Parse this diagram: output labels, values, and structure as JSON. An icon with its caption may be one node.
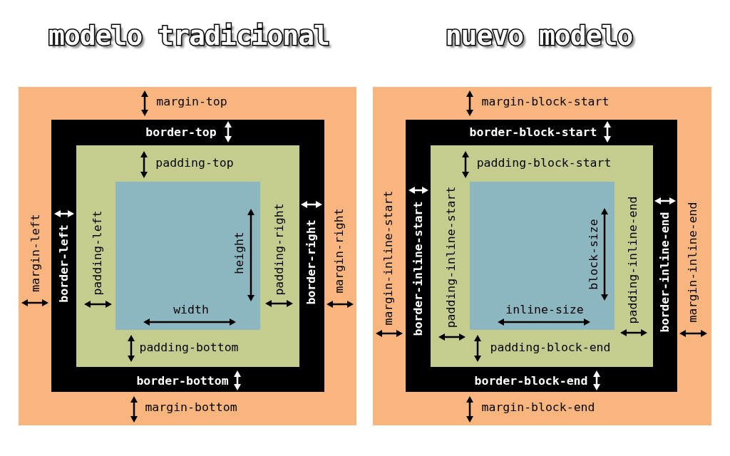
{
  "diagram": {
    "nodes": [
      {
        "text": [
          "margin-top",
          "margin-left",
          "margin-right",
          "margin-bottom"
        ],
        "beside": [
          "modelo tradicional"
        ]
      },
      {
        "text": [
          "border-top",
          "border-left",
          "border-right",
          "border-bottom"
        ],
        "in": 0
      },
      {
        "text": [
          "padding-top",
          "padding-left",
          "padding-right",
          "padding-bottom"
        ],
        "in": 1
      },
      {
        "text": [
          "height",
          "width"
        ],
        "in": 2
      },
      {
        "text": [
          "margin-block-start",
          "margin-inline-start",
          "margin-inline-end",
          "margin-block-end"
        ],
        "beside": [
          "nuevo modelo"
        ]
      },
      {
        "text": [
          "border-block-start",
          "border-inline-start",
          "border-inline-end",
          "border-block-end"
        ],
        "in": 4
      },
      {
        "text": [
          "padding-block-start",
          "padding-inline-start",
          "padding-inline-end",
          "padding-block-end"
        ],
        "in": 5
      },
      {
        "text": [
          "block-size",
          "inline-size"
        ],
        "in": 6
      }
    ]
  }
}
